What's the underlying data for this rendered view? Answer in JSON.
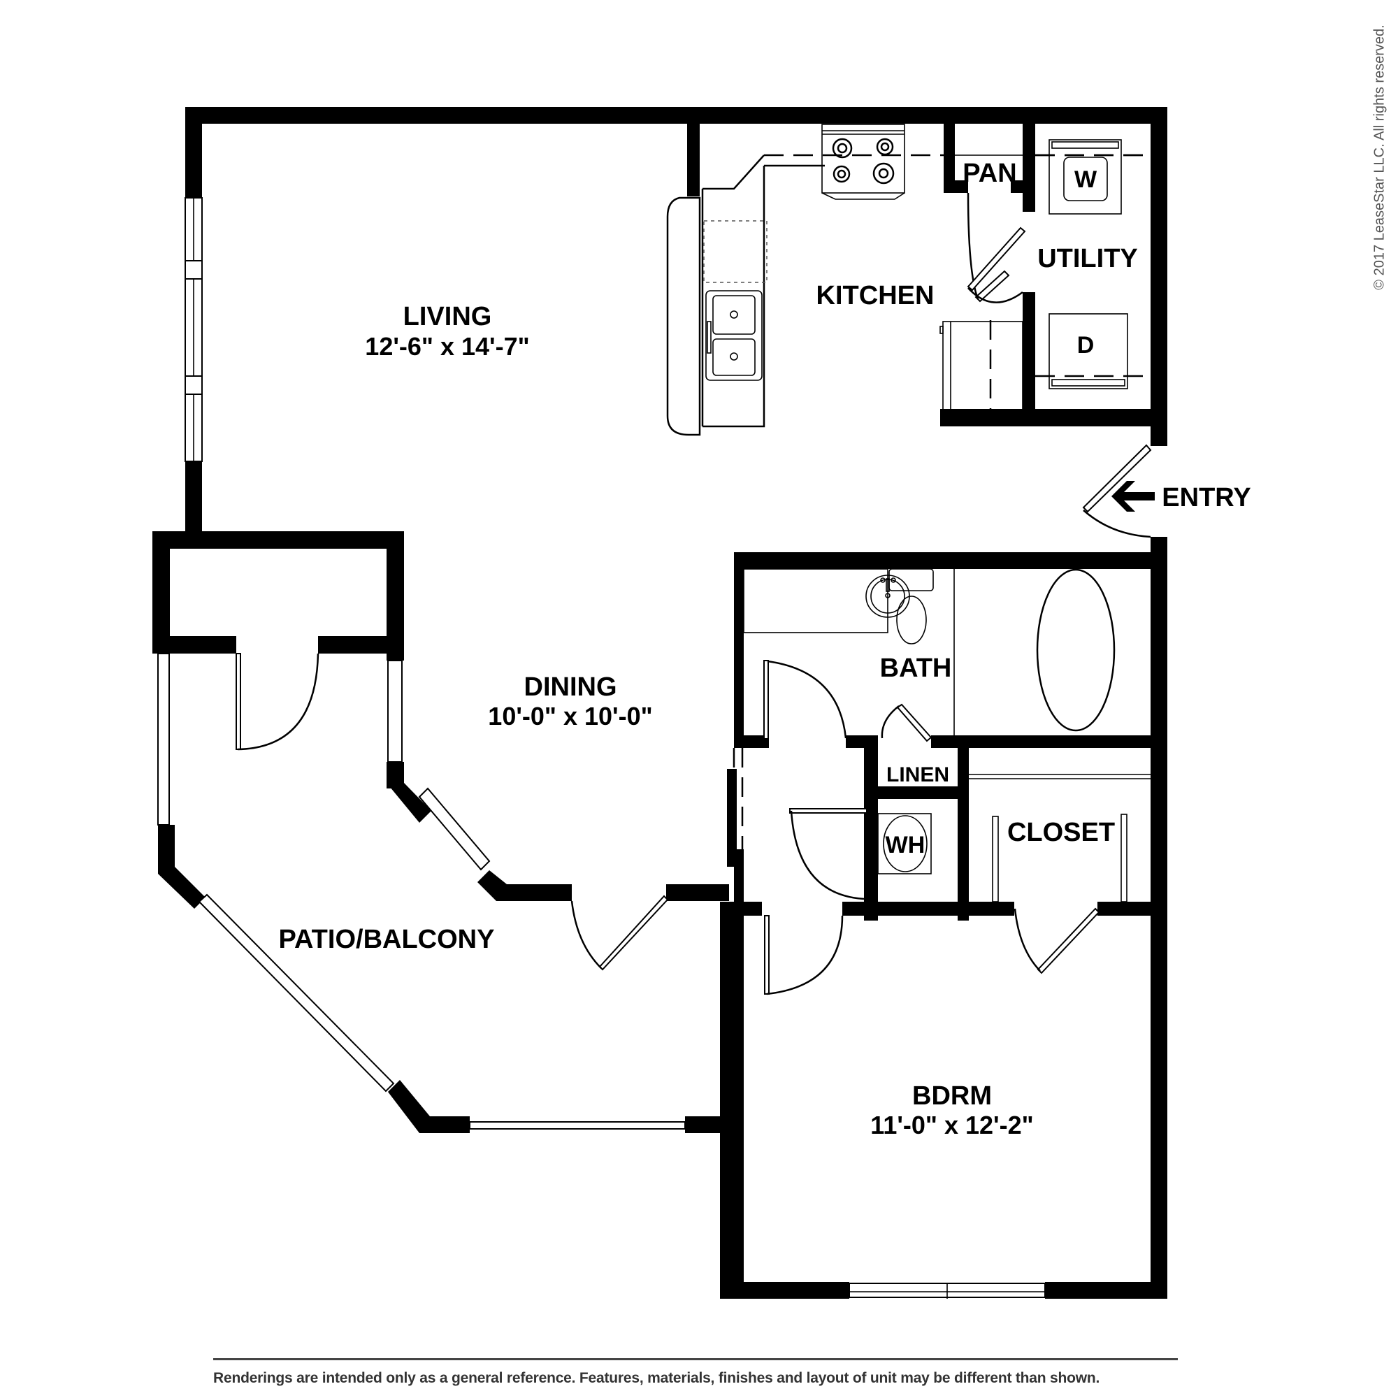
{
  "copyright": "© 2017 LeaseStar LLC. All rights reserved.",
  "disclaimer": "Renderings are intended only as a general reference. Features, materials, finishes and layout of unit may be different than shown.",
  "colors": {
    "wall": "#000000",
    "background": "#ffffff",
    "text": "#000000",
    "fine_print": "#444444"
  },
  "rooms": {
    "living": {
      "name": "LIVING",
      "dimensions": "12'-6\" x 14'-7\""
    },
    "kitchen": {
      "name": "KITCHEN"
    },
    "pantry": {
      "name": "PAN"
    },
    "utility": {
      "name": "UTILITY"
    },
    "dining": {
      "name": "DINING",
      "dimensions": "10'-0\" x 10'-0\""
    },
    "bath": {
      "name": "BATH"
    },
    "linen": {
      "name": "LINEN"
    },
    "closet": {
      "name": "CLOSET"
    },
    "bedroom": {
      "name": "BDRM",
      "dimensions": "11'-0\" x 12'-2\""
    },
    "patio": {
      "name": "PATIO/BALCONY"
    }
  },
  "appliances": {
    "washer": "W",
    "dryer": "D",
    "water_heater": "WH"
  },
  "entry": {
    "label": "ENTRY",
    "icon": "arrow-left-icon"
  }
}
